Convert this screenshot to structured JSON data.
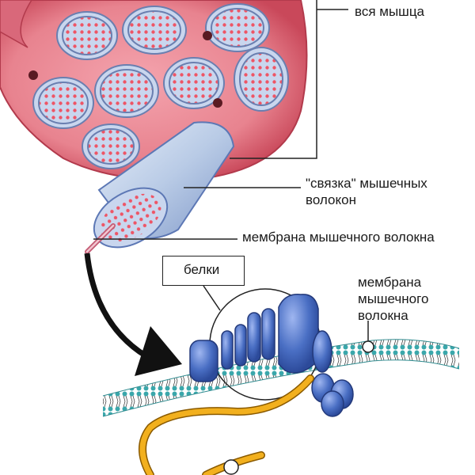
{
  "labels": {
    "whole_muscle": "вся мышца",
    "bundle_line1": "\"связка\" мышечных",
    "bundle_line2": "волокон",
    "fiber_membrane": "мембрана мышечного волокна",
    "proteins": "белки",
    "membrane_right_line1": "мембрана",
    "membrane_right_line2": "мышечного",
    "membrane_right_line3": "волокна"
  },
  "colors": {
    "muscle_tissue": "#e8838f",
    "muscle_rim": "#c9485a",
    "bundle_fill": "#b9cbe6",
    "fiber_dot": "#ee5566",
    "protein_blue": "#4a6fc4",
    "membrane_teal": "#3aa7ab",
    "fiber_yellow": "#f2b01e",
    "arrow": "#111111"
  }
}
